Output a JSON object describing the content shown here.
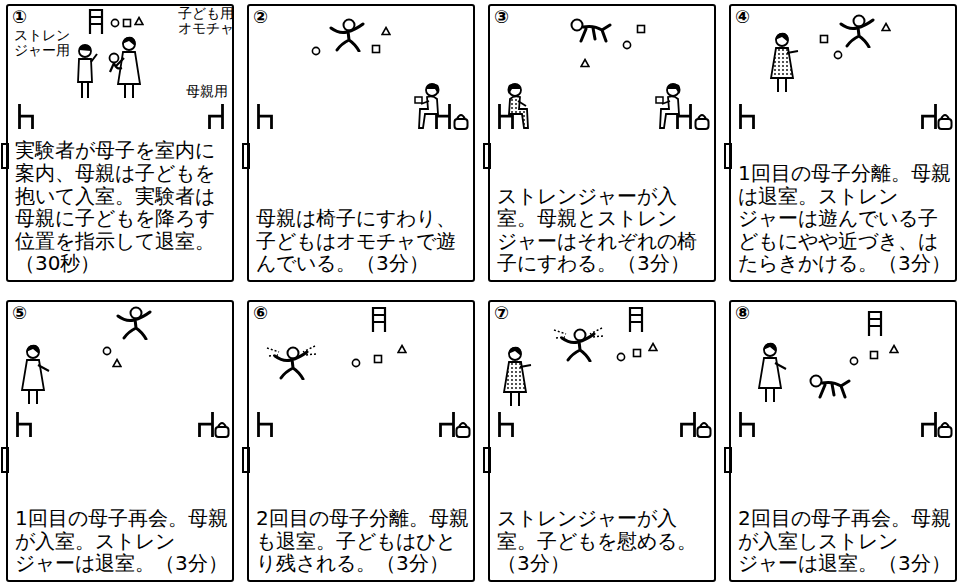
{
  "diagram": {
    "nodes": [
      {
        "text": [
          "①",
          "実験者が母子を室内に案内、母親は子どもを抱いて入室。実験者は母親に子どもを降ろす位置を指示して退室。（30秒）"
        ]
      },
      {
        "text": [
          "②",
          "母親は椅子にすわり、子どもはオモチャで遊んでいる。（3分）"
        ]
      },
      {
        "text": [
          "③",
          "ストレンジャーが入室。母親とストレンジャーはそれぞれの椅子にすわる。（3分）"
        ]
      },
      {
        "text": [
          "④",
          "1回目の母子分離。母親は退室。ストレンジャーは遊んでいる子どもにやや近づき、はたらきかける。（3分）"
        ]
      },
      {
        "text": [
          "⑤",
          "1回目の母子再会。母親が入室。ストレンジャーは退室。（3分）"
        ]
      },
      {
        "text": [
          "⑥",
          "2回目の母子分離。母親も退室。子どもはひとり残される。（3分）"
        ]
      },
      {
        "text": [
          "⑦",
          "ストレンジャーが入室。子どもを慰める。（3分）"
        ]
      },
      {
        "text": [
          "⑧",
          "2回目の母子再会。母親が入室しストレンジャーは退室。（3分）"
        ]
      }
    ],
    "labels": [
      "ストレンジャー用",
      "子ども用オモチャ",
      "母親用"
    ]
  }
}
